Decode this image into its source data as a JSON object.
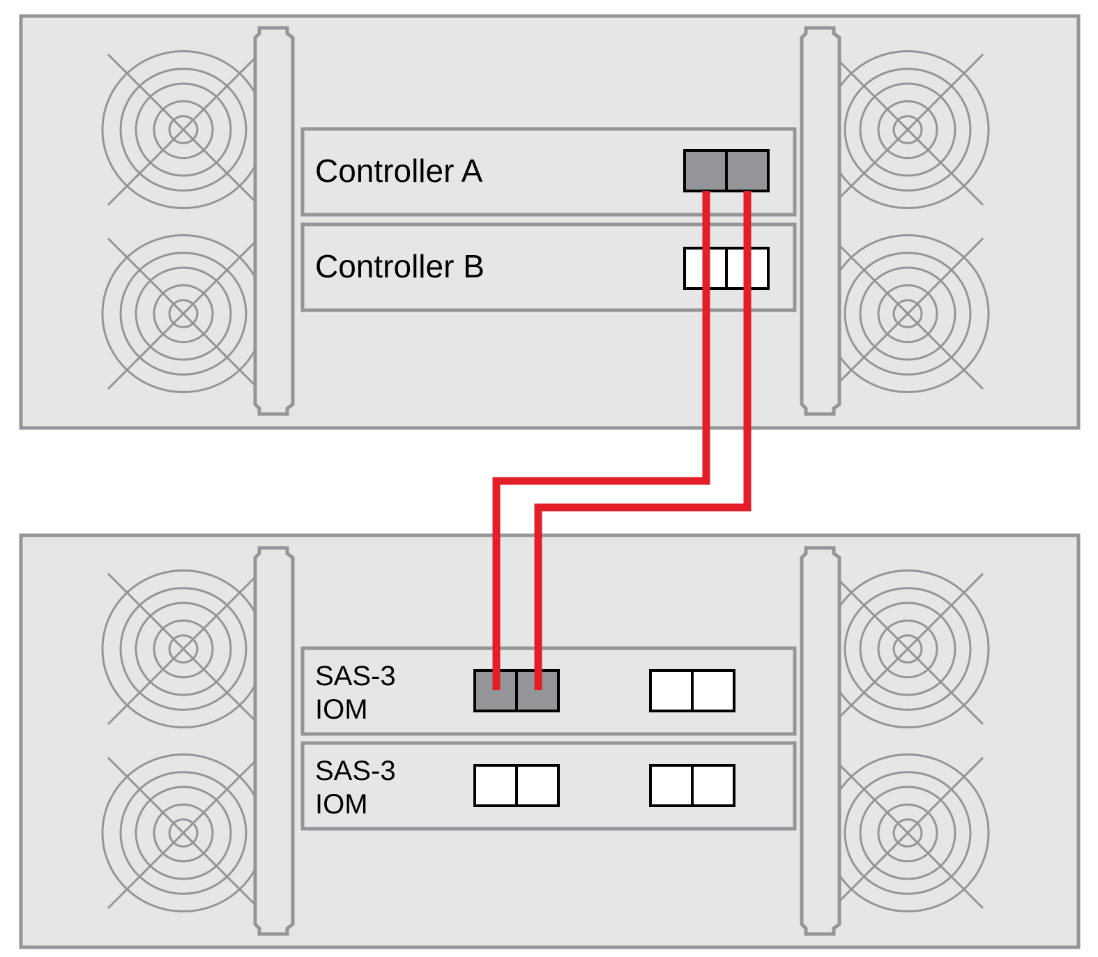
{
  "diagram": {
    "top_shelf": {
      "modules": [
        {
          "label": "Controller A"
        },
        {
          "label": "Controller B"
        }
      ]
    },
    "bottom_shelf": {
      "modules": [
        {
          "line1": "SAS-3",
          "line2": "IOM"
        },
        {
          "line1": "SAS-3",
          "line2": "IOM"
        }
      ]
    },
    "colors": {
      "cable": "#e31e26",
      "chassis_fill": "#e6e6e6",
      "chassis_stroke": "#939598",
      "port_active": "#939598"
    },
    "connections": [
      {
        "from": "Controller A port 1",
        "to": "SAS-3 IOM (top) port 1"
      },
      {
        "from": "Controller A port 2",
        "to": "SAS-3 IOM (top) port 2"
      }
    ]
  }
}
